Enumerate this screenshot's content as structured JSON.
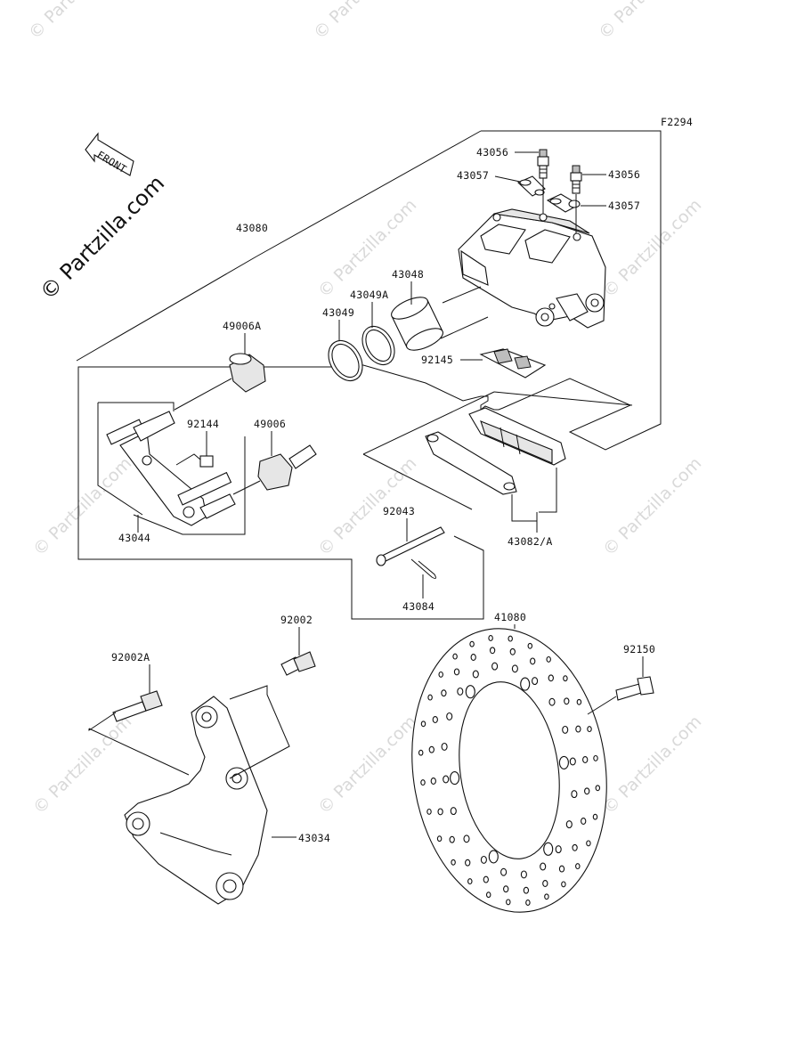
{
  "diagram_code": "F2294",
  "front_label": "FRONT",
  "watermark_text": "© Partzilla.com",
  "labels": {
    "p43056_a": "43056",
    "p43057_a": "43057",
    "p43056_b": "43056",
    "p43057_b": "43057",
    "p43080": "43080",
    "p43048": "43048",
    "p43049A": "43049A",
    "p43049": "43049",
    "p49006A": "49006A",
    "p92145": "92145",
    "p92144": "92144",
    "p49006": "49006",
    "p92043": "92043",
    "p43044": "43044",
    "p43082A": "43082/A",
    "p43084": "43084",
    "p92002": "92002",
    "p41080": "41080",
    "p92002A": "92002A",
    "p92150": "92150",
    "p43034": "43034"
  }
}
